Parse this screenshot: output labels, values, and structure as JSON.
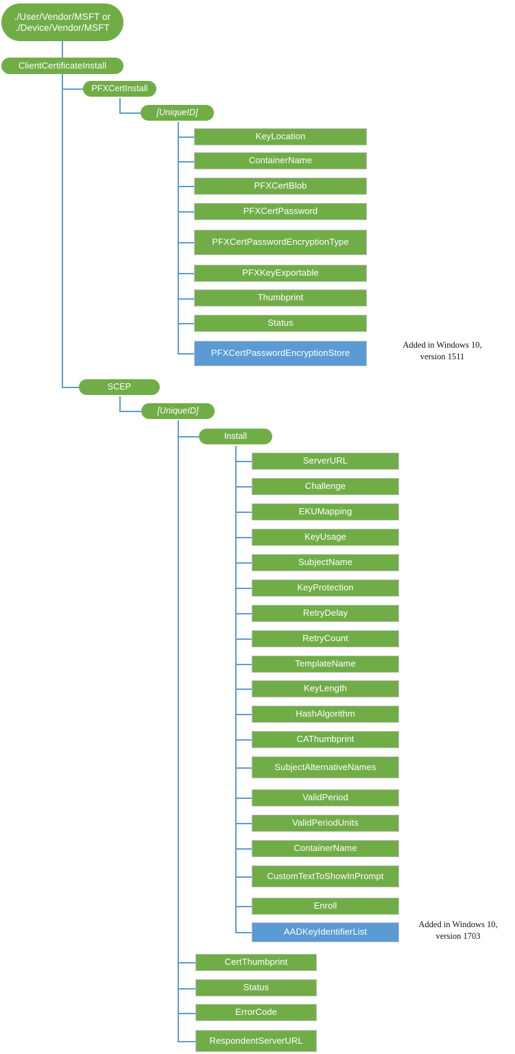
{
  "diagram": {
    "title": "ClientCertificateInstall CSP node tree",
    "colors": {
      "node_green": "#70AD47",
      "node_blue": "#5B9BD5",
      "connector": "#5B9BD5",
      "node_text": "#FFFFFF",
      "annotation_text": "#111111",
      "background": "#FFFFFF"
    },
    "root": {
      "label": "./User/Vendor/MSFT or\n./Device/Vendor/MSFT"
    },
    "level1": {
      "label": "ClientCertificateInstall"
    },
    "branches": [
      {
        "key": "pfxcertinstall",
        "label": "PFXCertInstall",
        "unique_id_label": "[UniqueID]",
        "children": [
          {
            "label": "KeyLocation",
            "color": "green"
          },
          {
            "label": "ContainerName",
            "color": "green"
          },
          {
            "label": "PFXCertBlob",
            "color": "green"
          },
          {
            "label": "PFXCertPassword",
            "color": "green"
          },
          {
            "label": "PFXCertPasswordEncryptionType",
            "color": "green"
          },
          {
            "label": "PFXKeyExportable",
            "color": "green"
          },
          {
            "label": "Thumbprint",
            "color": "green"
          },
          {
            "label": "Status",
            "color": "green"
          },
          {
            "label": "PFXCertPasswordEncryptionStore",
            "color": "blue"
          }
        ],
        "annotation": "Added in Windows 10,\nversion 1511"
      },
      {
        "key": "scep",
        "label": "SCEP",
        "unique_id_label": "[UniqueID]",
        "install_label": "Install",
        "install_children": [
          {
            "label": "ServerURL",
            "color": "green"
          },
          {
            "label": "Challenge",
            "color": "green"
          },
          {
            "label": "EKUMapping",
            "color": "green"
          },
          {
            "label": "KeyUsage",
            "color": "green"
          },
          {
            "label": "SubjectName",
            "color": "green"
          },
          {
            "label": "KeyProtection",
            "color": "green"
          },
          {
            "label": "RetryDelay",
            "color": "green"
          },
          {
            "label": "RetryCount",
            "color": "green"
          },
          {
            "label": "TemplateName",
            "color": "green"
          },
          {
            "label": "KeyLength",
            "color": "green"
          },
          {
            "label": "HashAlgorithm",
            "color": "green"
          },
          {
            "label": "CAThumbprint",
            "color": "green"
          },
          {
            "label": "SubjectAlternativeNames",
            "color": "green"
          },
          {
            "label": "ValidPeriod",
            "color": "green"
          },
          {
            "label": "ValidPeriodUnits",
            "color": "green"
          },
          {
            "label": "ContainerName",
            "color": "green"
          },
          {
            "label": "CustomTextToShowInPrompt",
            "color": "green"
          },
          {
            "label": "Enroll",
            "color": "green"
          },
          {
            "label": "AADKeyIdentifierList",
            "color": "blue"
          }
        ],
        "install_annotation": "Added in Windows 10,\nversion 1703",
        "unique_id_children": [
          {
            "label": "CertThumbprint",
            "color": "green"
          },
          {
            "label": "Status",
            "color": "green"
          },
          {
            "label": "ErrorCode",
            "color": "green"
          },
          {
            "label": "RespondentServerURL",
            "color": "green"
          }
        ]
      }
    ]
  }
}
